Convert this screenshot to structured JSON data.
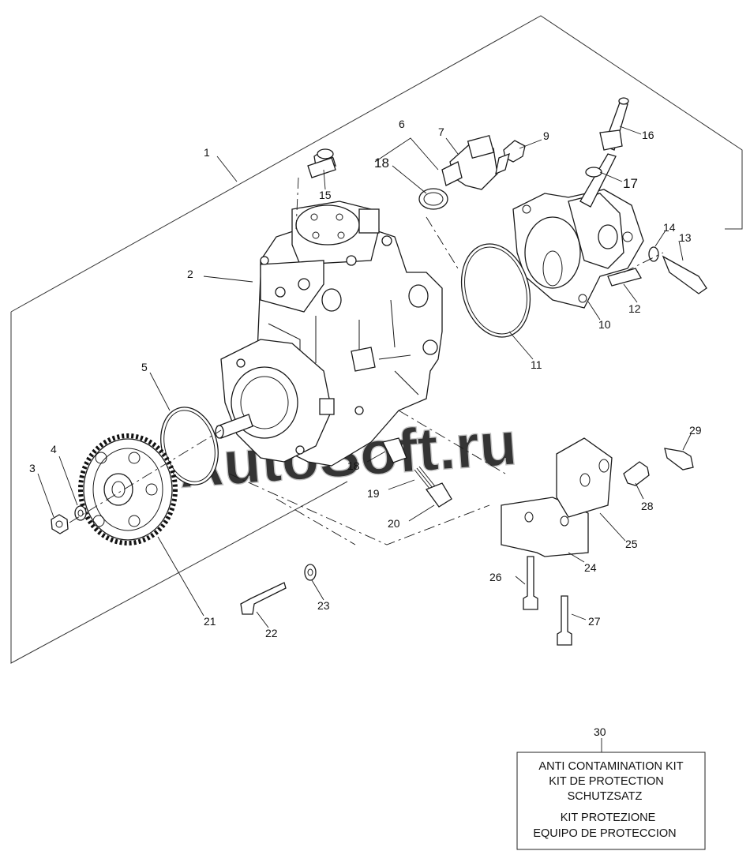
{
  "watermark": "AutoSoft.ru",
  "callouts": {
    "c1": "1",
    "c2": "2",
    "c3": "3",
    "c4": "4",
    "c5": "5",
    "c6": "6",
    "c7": "7",
    "c8": "18",
    "c9": "9",
    "c10": "10",
    "c11": "11",
    "c12": "12",
    "c13": "13",
    "c14": "14",
    "c15": "15",
    "c16": "16",
    "c17": "17",
    "c18": "18",
    "c19": "19",
    "c20": "20",
    "c21": "21",
    "c22": "22",
    "c23": "23",
    "c24": "24",
    "c25": "25",
    "c26": "26",
    "c27": "27",
    "c28": "28",
    "c29": "29",
    "c30": "30"
  },
  "kit_box": {
    "lines": [
      "ANTI CONTAMINATION KIT",
      "KIT DE PROTECTION",
      "SCHUTZSATZ",
      "KIT PROTEZIONE",
      "EQUIPO DE PROTECCION"
    ]
  }
}
